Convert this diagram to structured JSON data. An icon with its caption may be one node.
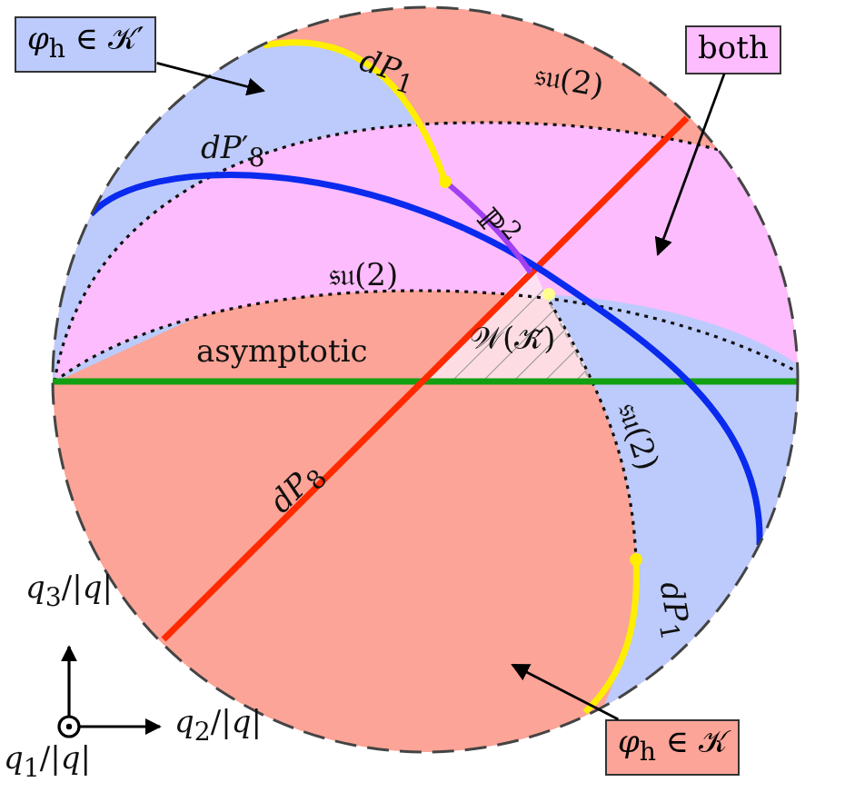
{
  "diagram": {
    "nodes": [
      {
        "text": [
          "*φ*$_{h}$ ∈ 𝒦′"
        ]
      },
      {
        "text": [
          "both"
        ]
      },
      {
        "text": [
          "*φ*$_{h}$ ∈ 𝒦"
        ]
      }
    ],
    "edges": [
      {
        "from": 0,
        "to": null,
        "arrow": "to"
      },
      {
        "from": 1,
        "to": null,
        "arrow": "to"
      },
      {
        "from": 2,
        "to": null,
        "arrow": "to"
      }
    ],
    "labels": [
      "*dP*$_{1}$",
      "𝔰𝔲(2)",
      "*dP*′$_{8}$",
      "ℙ$^{2}$",
      "𝔰𝔲(2)",
      "asymptotic",
      "𝒲(𝒦̃)",
      "𝔰𝔲(2)",
      "*dP*$_{8}$",
      "*dP*$_{1}$",
      "*q*$_{3}$/|*q*|",
      "*q*$_{1}$/|*q*|",
      "*q*$_{2}$/|*q*|"
    ]
  }
}
